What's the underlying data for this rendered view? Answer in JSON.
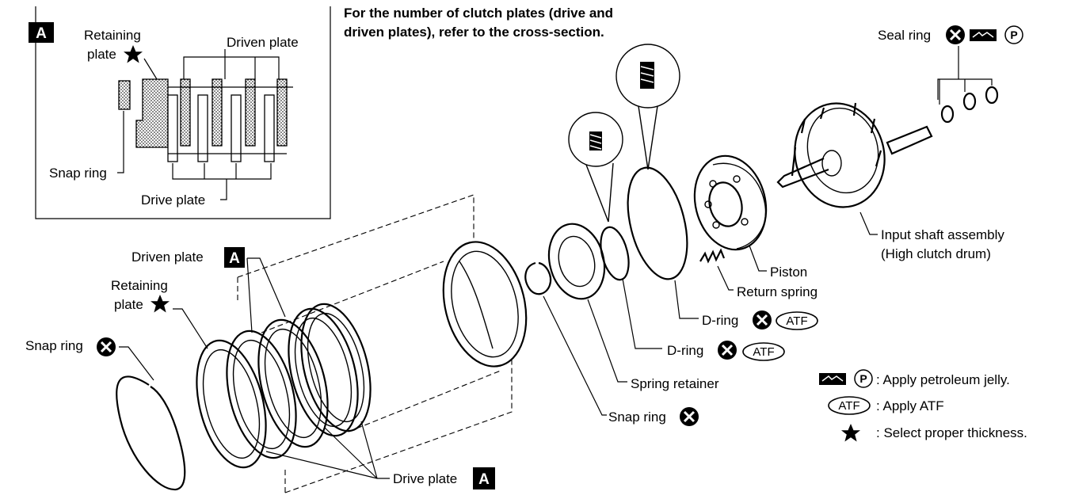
{
  "note": {
    "line1": "For the number of clutch plates (drive and",
    "line2": "driven plates), refer to the cross-section."
  },
  "inset": {
    "badge": "A",
    "retaining_plate_1": "Retaining",
    "retaining_plate_2": "plate",
    "driven_plate": "Driven plate",
    "snap_ring": "Snap ring",
    "drive_plate": "Drive plate"
  },
  "labels": {
    "seal_ring": "Seal ring",
    "input_shaft_1": "Input shaft assembly",
    "input_shaft_2": "(High clutch drum)",
    "piston": "Piston",
    "return_spring": "Return spring",
    "d_ring_1": "D-ring",
    "d_ring_2": "D-ring",
    "spring_retainer": "Spring retainer",
    "snap_ring_inner": "Snap ring",
    "driven_plate": "Driven plate",
    "retaining_plate_1": "Retaining",
    "retaining_plate_2": "plate",
    "snap_ring_outer": "Snap ring",
    "drive_plate": "Drive plate",
    "badge_a": "A",
    "atf": "ATF",
    "p": "P"
  },
  "legend": {
    "petroleum": ": Apply petroleum jelly.",
    "atf": ": Apply ATF",
    "thickness": ": Select proper thickness."
  }
}
